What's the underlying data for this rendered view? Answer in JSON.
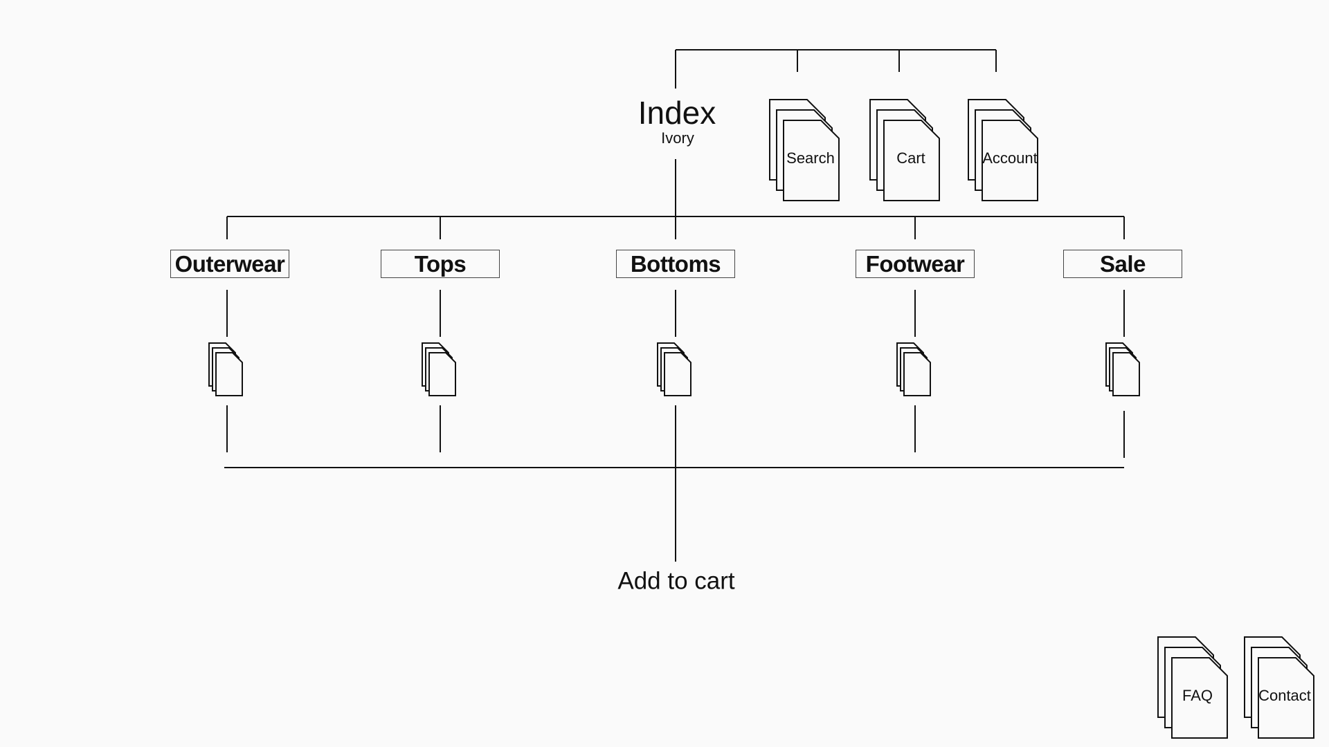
{
  "root": {
    "title": "Index",
    "subtitle": "Ivory"
  },
  "utility_pages": [
    {
      "label": "Search",
      "icon": "page-stack-icon"
    },
    {
      "label": "Cart",
      "icon": "page-stack-icon"
    },
    {
      "label": "Account",
      "icon": "page-stack-icon"
    }
  ],
  "categories": [
    {
      "label": "Outerwear"
    },
    {
      "label": "Tops"
    },
    {
      "label": "Bottoms"
    },
    {
      "label": "Footwear"
    },
    {
      "label": "Sale"
    }
  ],
  "action": {
    "label": "Add to cart"
  },
  "footer_pages": [
    {
      "label": "FAQ",
      "icon": "page-stack-icon"
    },
    {
      "label": "Contact",
      "icon": "page-stack-icon"
    }
  ],
  "colors": {
    "background": "#fafafa",
    "stroke": "#111111",
    "box_border": "#444444"
  }
}
